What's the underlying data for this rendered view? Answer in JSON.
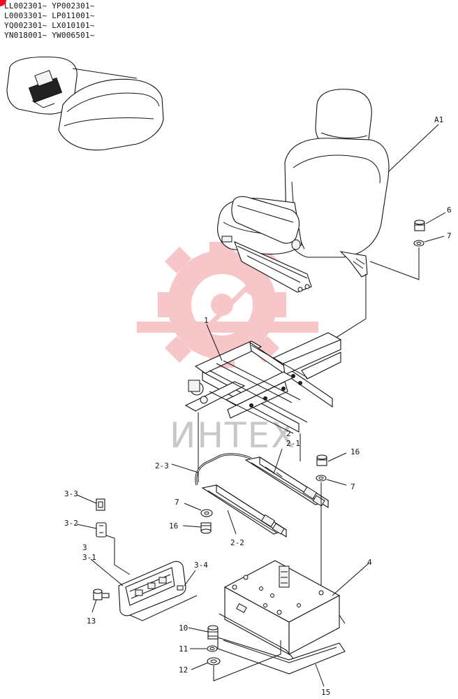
{
  "serial_numbers": [
    "LL002301~ YP002301~",
    "L0003301~ LP011001~",
    "YQ002301~ LX010101~",
    "YN018001~ YW006501~"
  ],
  "watermark": {
    "text": "ИНТЕХ",
    "color": "#e8505b"
  },
  "callouts": [
    {
      "id": "A1",
      "label": "A1"
    },
    {
      "id": "p6",
      "label": "6"
    },
    {
      "id": "p7a",
      "label": "7"
    },
    {
      "id": "p1",
      "label": "1"
    },
    {
      "id": "p2",
      "label": "2"
    },
    {
      "id": "p2-1",
      "label": "2-1"
    },
    {
      "id": "p16a",
      "label": "16"
    },
    {
      "id": "p7b",
      "label": "7"
    },
    {
      "id": "p2-3",
      "label": "2-3"
    },
    {
      "id": "p3-3",
      "label": "3-3"
    },
    {
      "id": "p7c",
      "label": "7"
    },
    {
      "id": "p3-2",
      "label": "3-2"
    },
    {
      "id": "p16b",
      "label": "16"
    },
    {
      "id": "p2-2",
      "label": "2-2"
    },
    {
      "id": "p3",
      "label": "3"
    },
    {
      "id": "p3-1",
      "label": "3-1"
    },
    {
      "id": "p3-4",
      "label": "3-4"
    },
    {
      "id": "p4",
      "label": "4"
    },
    {
      "id": "p13",
      "label": "13"
    },
    {
      "id": "p10",
      "label": "10"
    },
    {
      "id": "p11",
      "label": "11"
    },
    {
      "id": "p12",
      "label": "12"
    },
    {
      "id": "p15",
      "label": "15"
    }
  ]
}
